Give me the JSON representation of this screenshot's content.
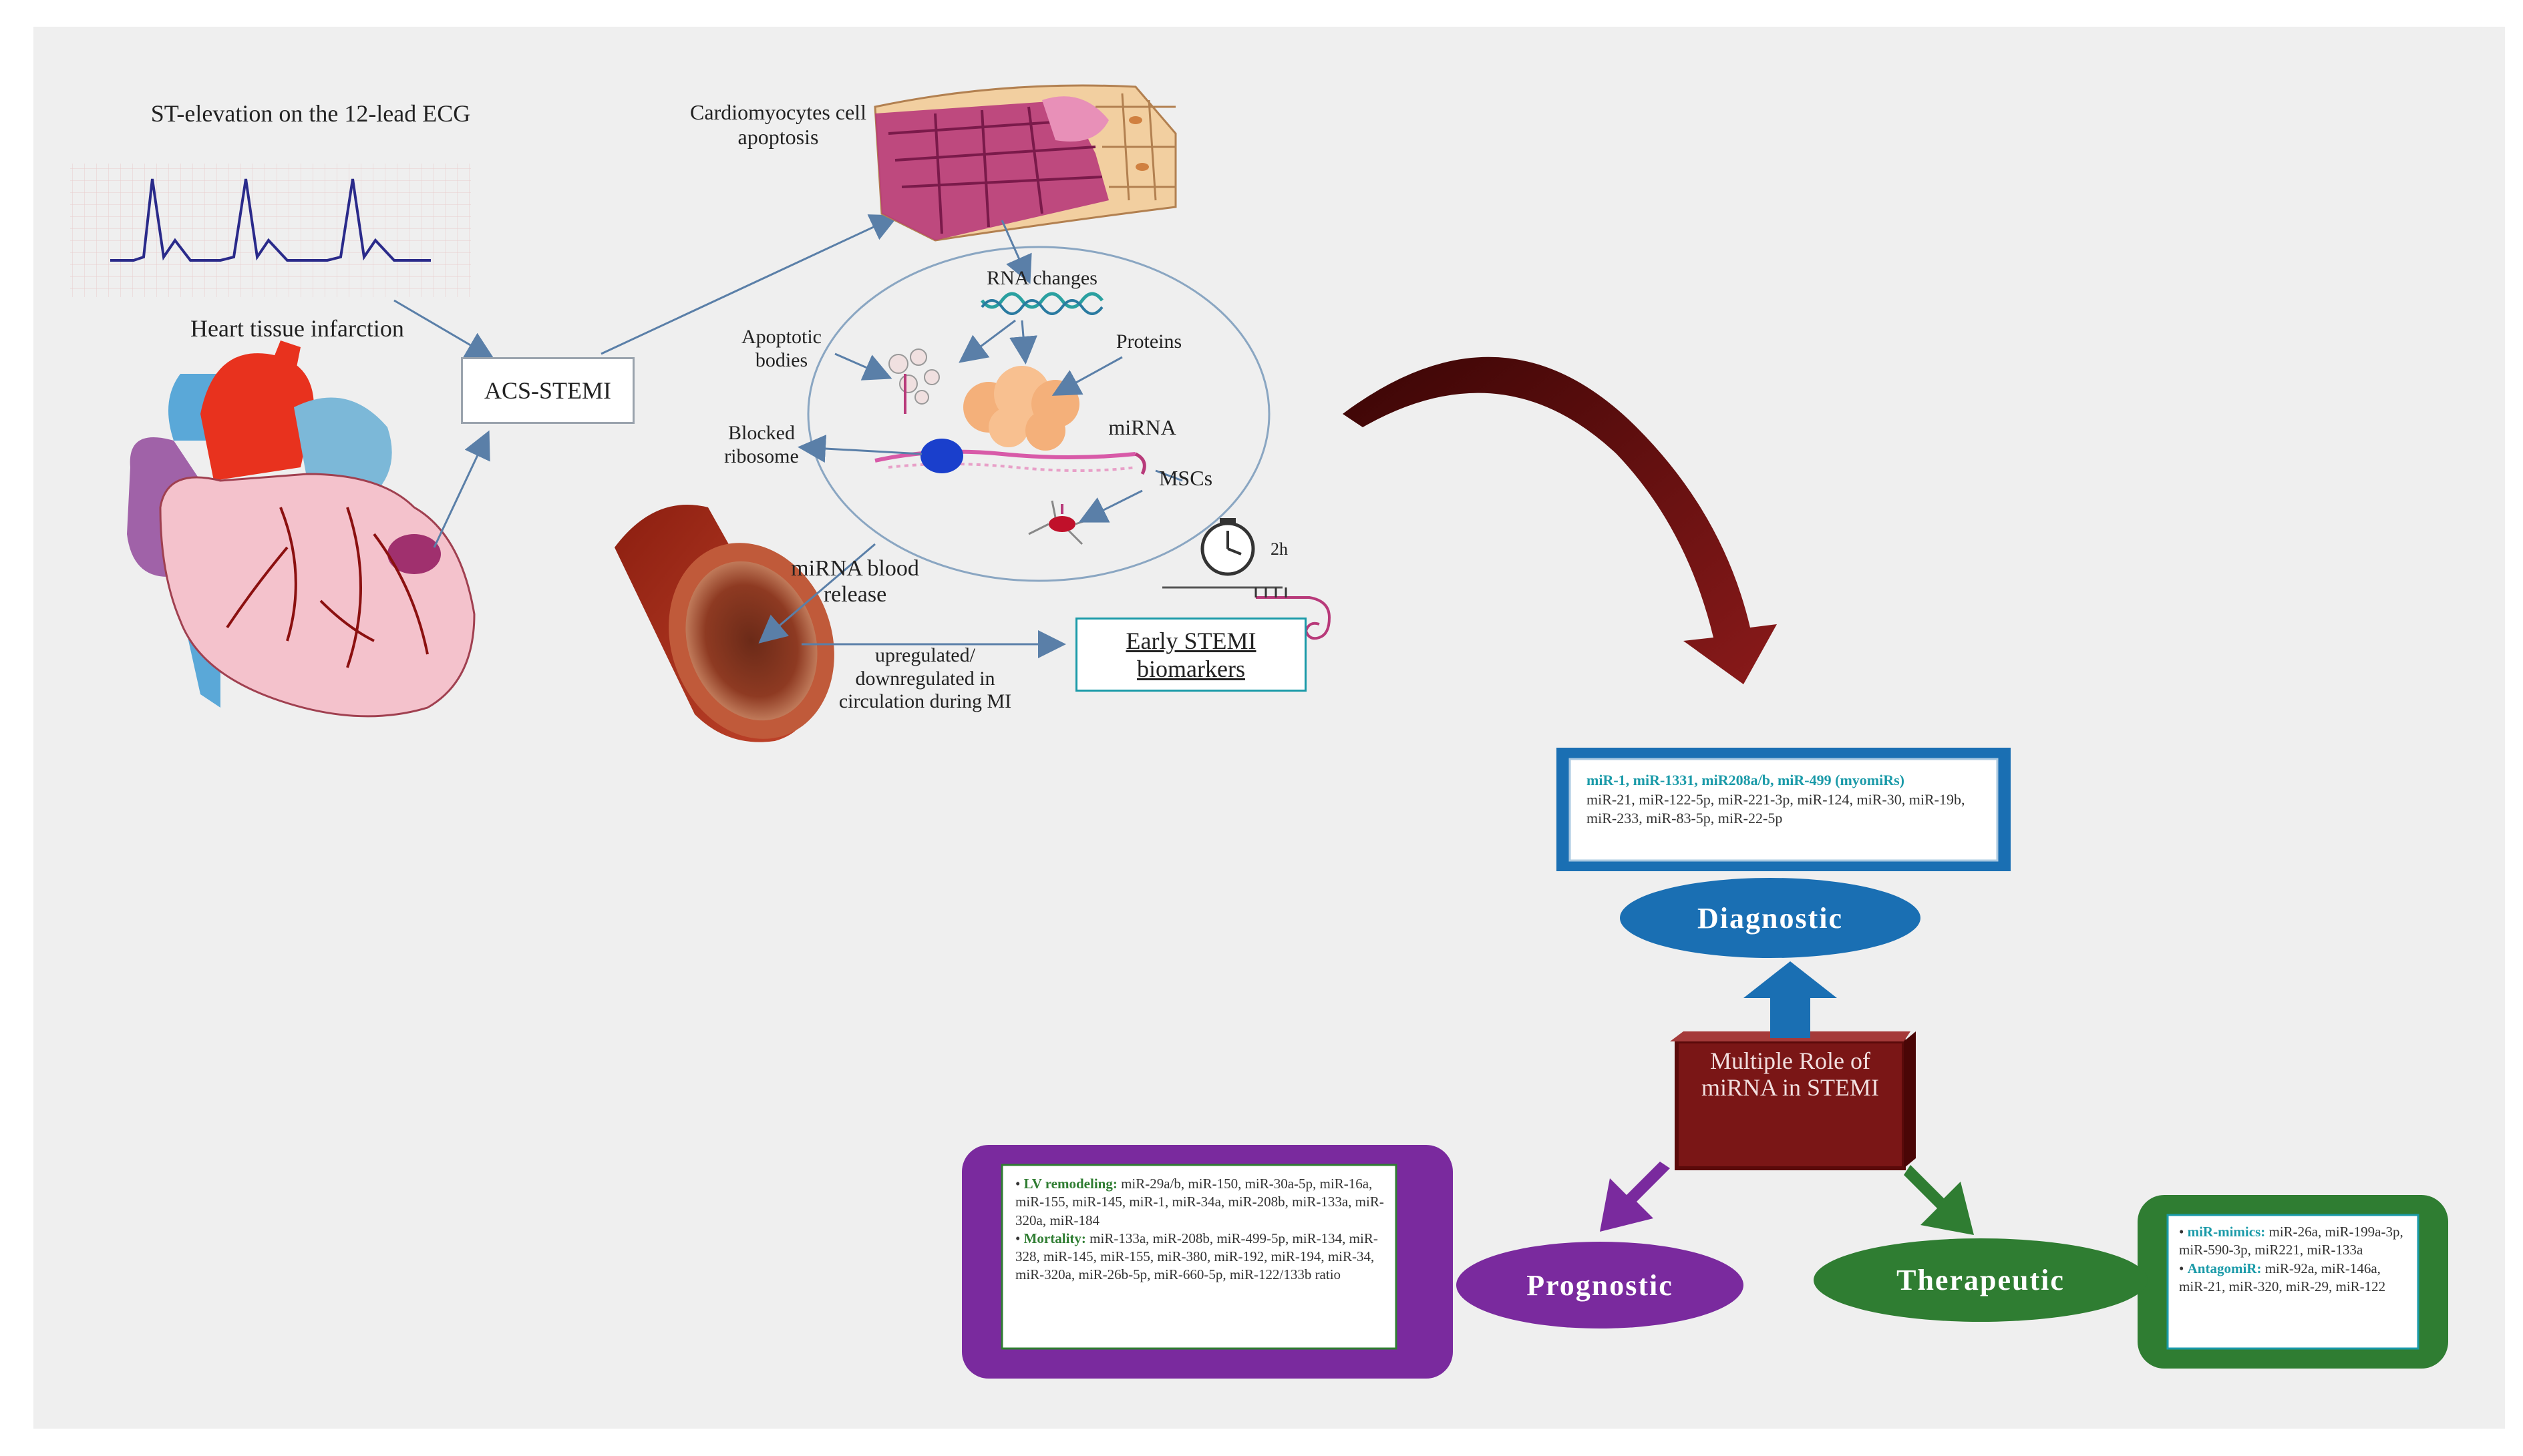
{
  "labels": {
    "ecg_title": "ST-elevation on the 12-lead ECG",
    "heart_label": "Heart tissue infarction",
    "acs_stemi": "ACS-STEMI",
    "cardiomyocytes": "Cardiomyocytes cell apoptosis",
    "rna_changes": "RNA changes",
    "apoptotic_bodies": "Apoptotic bodies",
    "proteins": "Proteins",
    "blocked_ribosome": "Blocked ribosome",
    "mirna": "miRNA",
    "mscs": "MSCs",
    "mirna_blood_release": "miRNA blood release",
    "time_2h": "2h",
    "regulation_note": "upregulated/ downregulated in circulation during MI",
    "early_biomarkers": "Early STEMI biomarkers"
  },
  "center": {
    "label": "Multiple Role of miRNA in STEMI"
  },
  "roles": {
    "diagnostic": "Diagnostic",
    "prognostic": "Prognostic",
    "therapeutic": "Therapeutic"
  },
  "diagnostic_card": {
    "highlight": "miR-1, miR-1331, miR208a/b, miR-499 (myomiRs)",
    "rest": "miR-21, miR-122-5p, miR-221-3p, miR-124, miR-30, miR-19b, miR-233, miR-83-5p, miR-22-5p"
  },
  "prognostic_card": {
    "lv_key": "LV remodeling:",
    "lv_text": "miR-29a/b, miR-150, miR-30a-5p, miR-16a, miR-155, miR-145, miR-1, miR-34a, miR-208b, miR-133a, miR-320a, miR-184",
    "mort_key": "Mortality:",
    "mort_text": "miR-133a, miR-208b, miR-499-5p, miR-134, miR-328, miR-145, miR-155, miR-380, miR-192, miR-194, miR-34, miR-320a, miR-26b-5p, miR-660-5p, miR-122/133b ratio"
  },
  "therapeutic_card": {
    "mimics_key": "miR-mimics:",
    "mimics_text": "miR-26a, miR-199a-3p, miR-590-3p, miR221, miR-133a",
    "antago_key": "AntagomiR:",
    "antago_text": "miR-92a, miR-146a, miR-21, miR-320, miR-29, miR-122"
  },
  "colors": {
    "diagnostic": "#1a6fb3",
    "prognostic": "#7a2a9e",
    "therapeutic": "#2f7d32",
    "center_box": "#7a1616",
    "curved_arrow": "#6b0e0e",
    "ecg_line": "#2a2a8a",
    "teal_key": "#1a9aa8",
    "green_key": "#2f7d32"
  }
}
